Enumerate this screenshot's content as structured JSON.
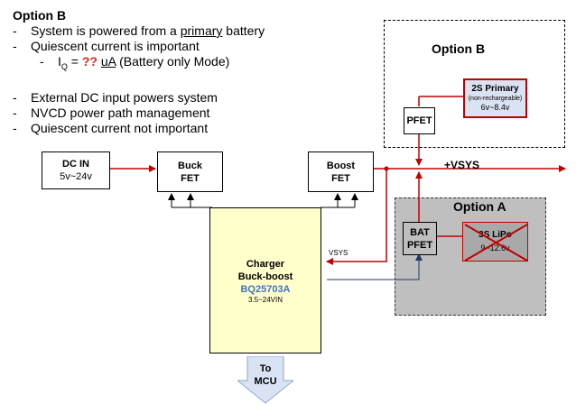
{
  "notes": {
    "heading": "Option B",
    "bullets": [
      {
        "dash": "-",
        "before": "System is powered from a ",
        "underline": "primary",
        "after": " battery"
      },
      {
        "dash": "-",
        "text": "Quiescent current is important"
      }
    ],
    "sub_bullet": {
      "dash": "-",
      "iq_main": "I",
      "iq_sub": "Q",
      "eq": " = ",
      "unknown": "??",
      "unit": "uA",
      "suffix": " (Battery only Mode)"
    },
    "bullets2": [
      {
        "dash": "-",
        "text": "External DC input powers system"
      },
      {
        "dash": "-",
        "text": "NVCD power path management"
      },
      {
        "dash": "-",
        "text": "Quiescent current not important"
      }
    ]
  },
  "option_b": {
    "title": "Option B",
    "primary": {
      "line1": "2S Primary",
      "line2": "(non-rechargeable)",
      "line3": "6v~8.4v"
    },
    "pfet": "PFET"
  },
  "option_a": {
    "title": "Option A",
    "bat_pfet": {
      "line1": "BAT",
      "line2": "PFET"
    },
    "lipo": {
      "line1": "3S LiPo",
      "line2": "9~12.6v"
    }
  },
  "dc_in": {
    "line1": "DC IN",
    "line2": "5v~24v"
  },
  "buck_fet": {
    "line1": "Buck",
    "line2": "FET"
  },
  "boost_fet": {
    "line1": "Boost",
    "line2": "FET"
  },
  "vsys_rail": "+VSYS",
  "vsys_label": "VSYS",
  "charger": {
    "line1": "Charger",
    "line2": "Buck-boost",
    "part": "BQ25703A",
    "range": "3.5~24VIN"
  },
  "to_mcu": {
    "line1": "To",
    "line2": "MCU"
  },
  "colors": {
    "red": "#c00000",
    "yellow": "#ffffcc",
    "grey_region": "#bfbfbf",
    "blue_part": "#4472c4",
    "primary_fill": "#dae3f3"
  }
}
